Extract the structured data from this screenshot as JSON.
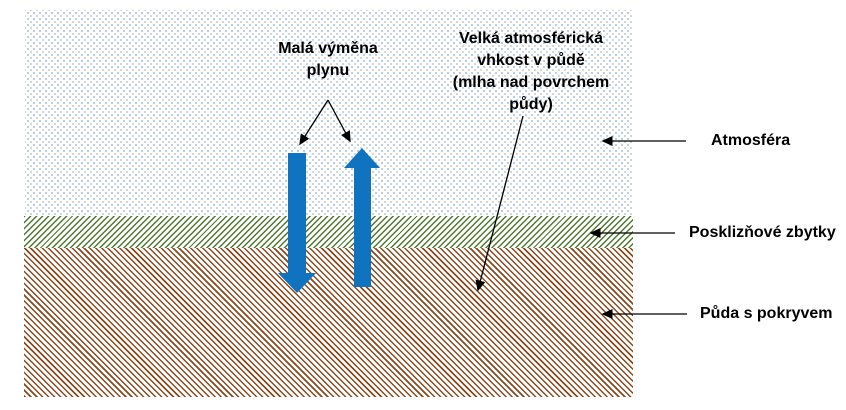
{
  "colors": {
    "arrow_blue": "#0f73c0",
    "residue_green": "#4e7a2d",
    "soil_brown": "#8a4a1e",
    "atmosphere_dot_blue": "#9fc0e2",
    "atmosphere_dot_gray": "#c9c9c9",
    "annotation_black": "#000000"
  },
  "diagram": {
    "annotations": {
      "gas_exchange": "Malá výměna\nplynu",
      "soil_moisture": "Velká atmosférická\nvhkost v půdě\n(mlha nad povrchem\npůdy)"
    },
    "layer_labels": {
      "atmosphere": "Atmosféra",
      "residues": "Posklizňové zbytky",
      "soil": "Půda s pokryvem"
    }
  }
}
